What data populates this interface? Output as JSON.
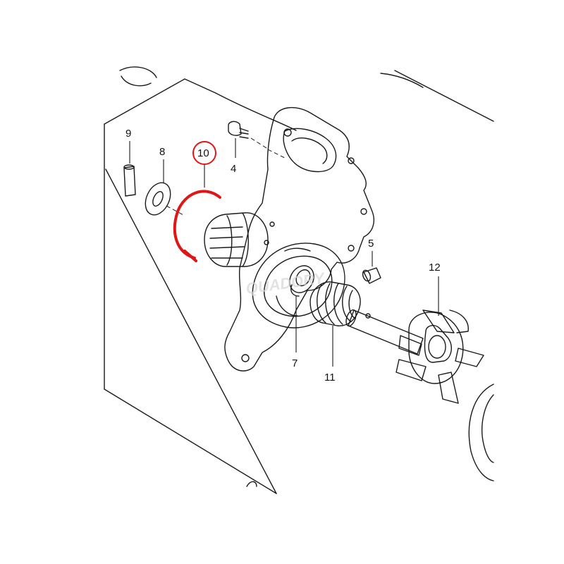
{
  "diagram": {
    "labels": {
      "part_4": "4",
      "part_5": "5",
      "part_7": "7",
      "part_8": "8",
      "part_9": "9",
      "part_10": "10",
      "part_11": "11",
      "part_12": "12"
    },
    "highlighted_part": "10",
    "highlight_color": "#e11515",
    "line_color": "#1a1a1a",
    "watermark": "QUADORY"
  }
}
